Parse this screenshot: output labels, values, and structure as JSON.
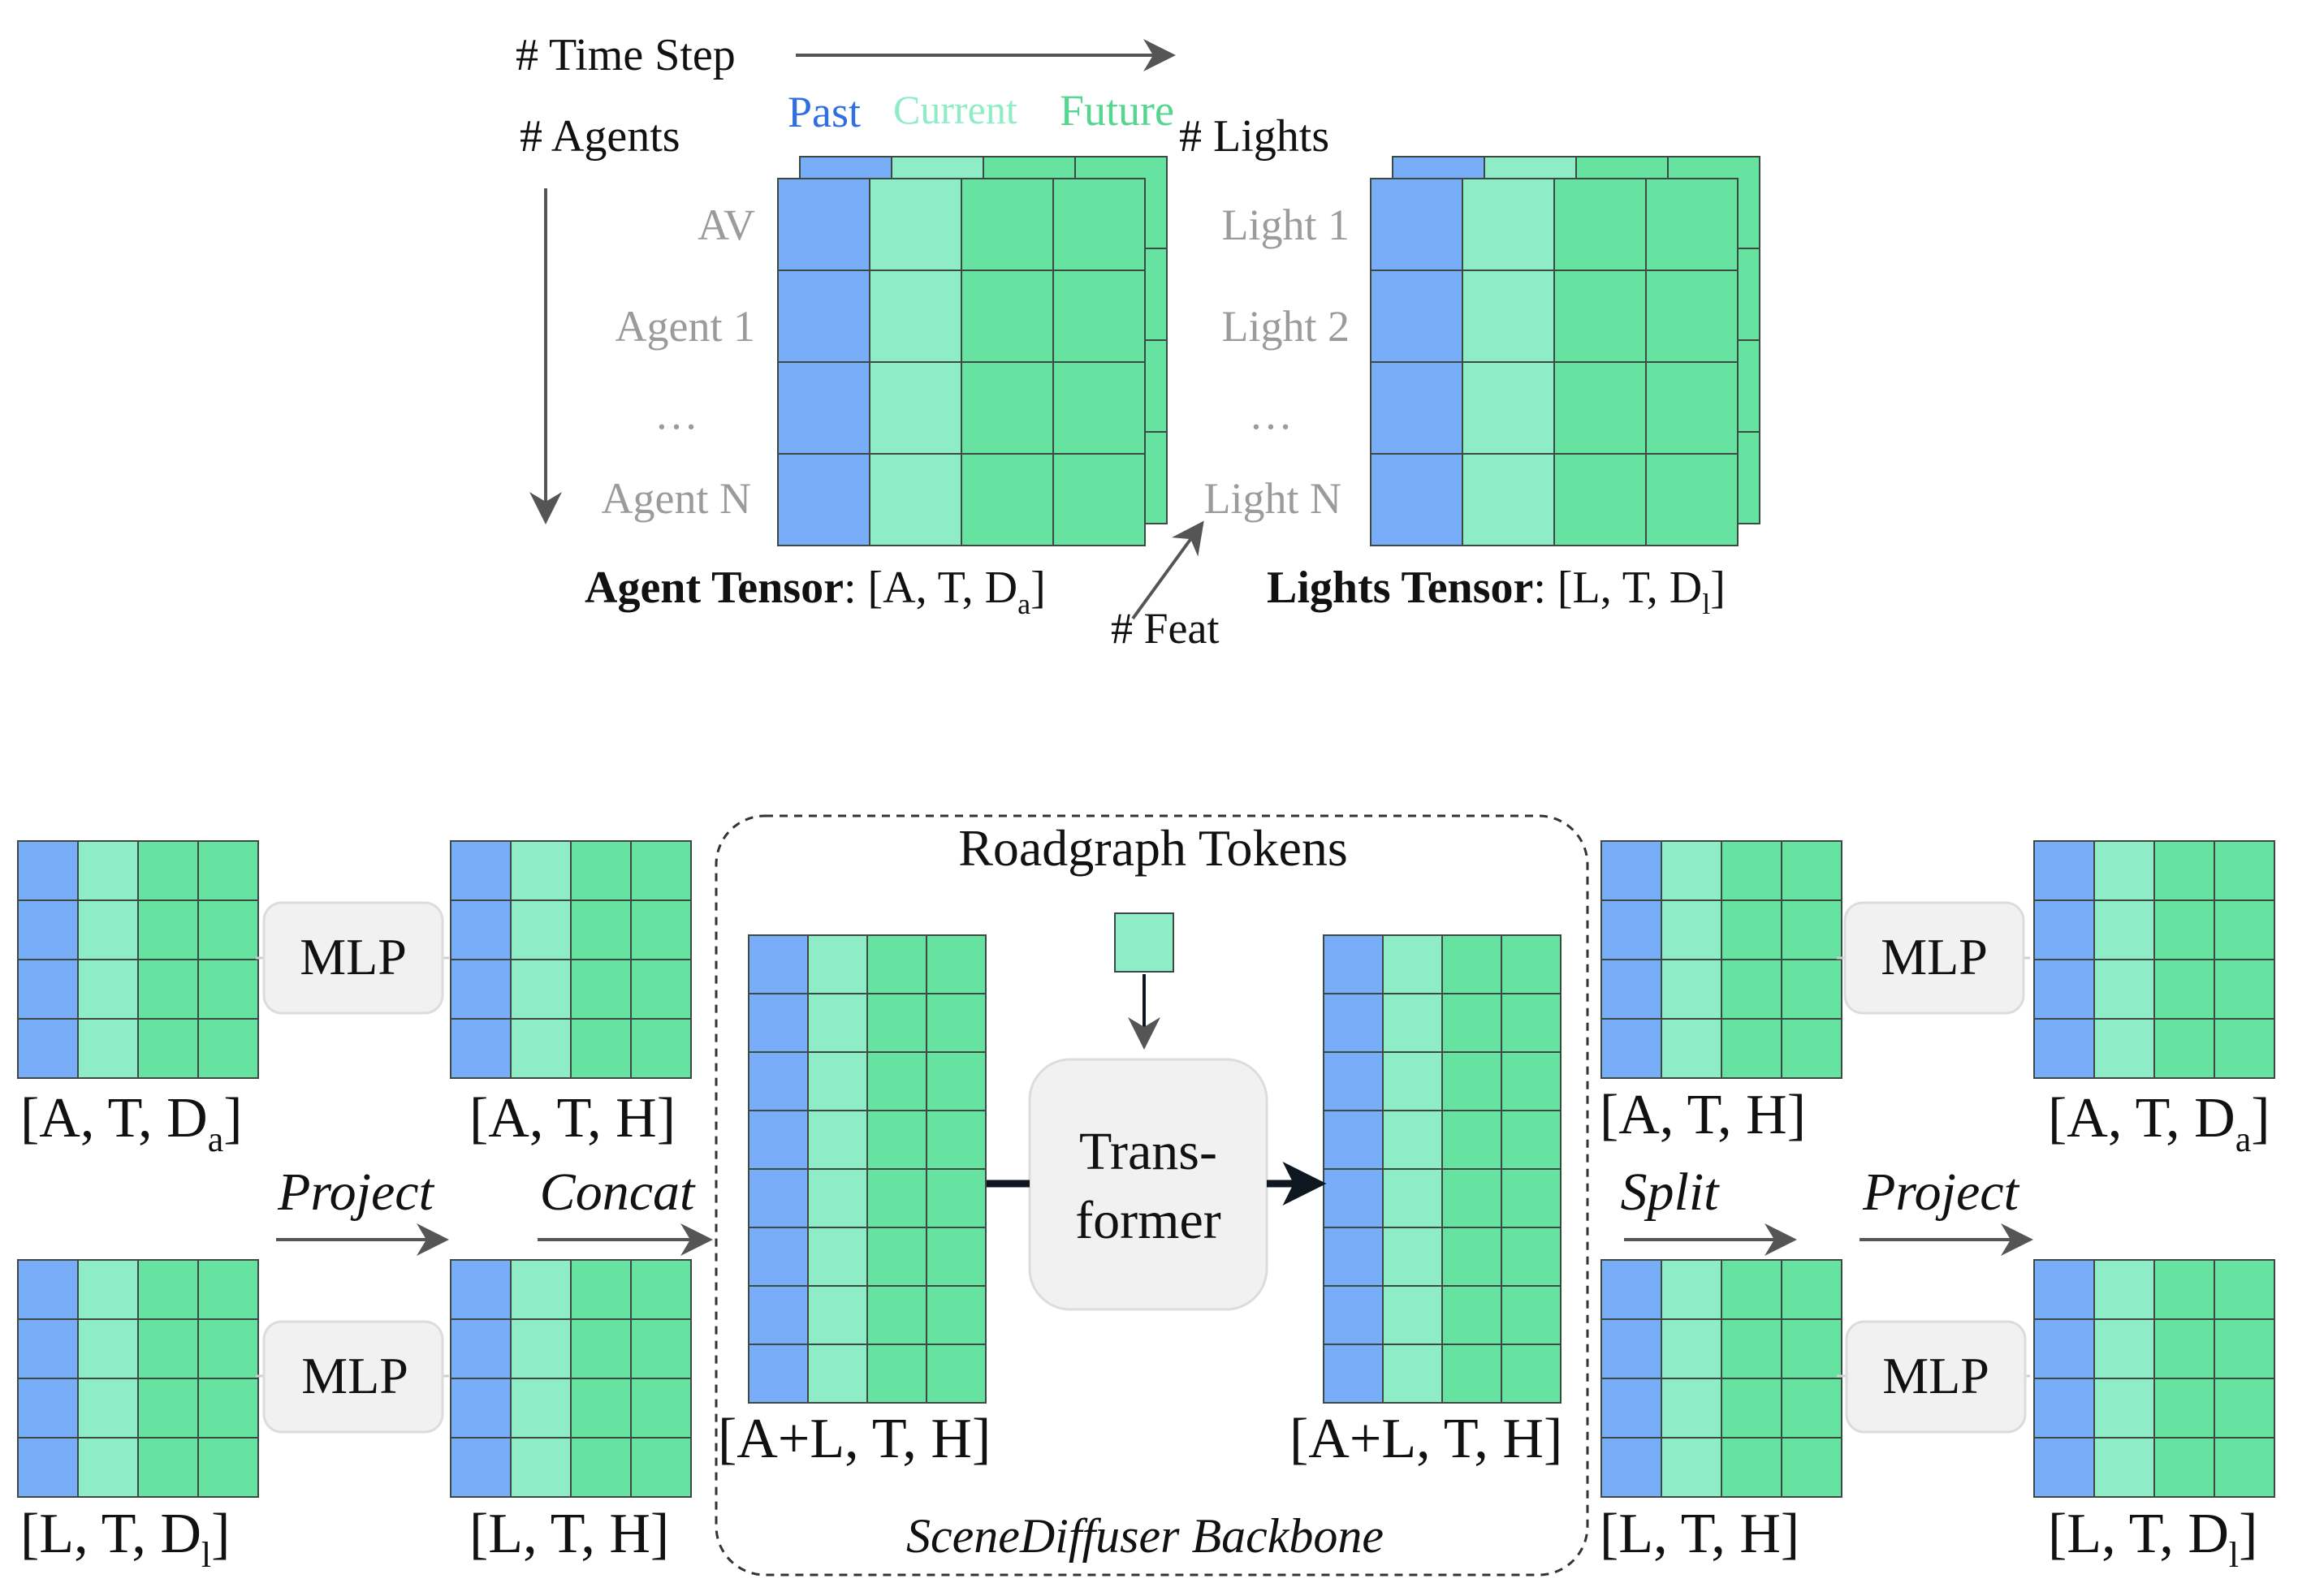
{
  "colors": {
    "past": "#78adf7",
    "current": "#8eedc7",
    "future": "#67e3a1",
    "grid_line": "#3d4a44",
    "label_gray": "#9b9b9b",
    "past_label": "#2f6fe0",
    "current_label": "#8eedc7",
    "future_label": "#55d690",
    "mlp_fill": "#f1f1f2",
    "arrow": "#555555"
  },
  "top": {
    "time_step": "# Time Step",
    "agents_axis": "# Agents",
    "legend": {
      "past": "Past",
      "current": "Current",
      "future": "Future"
    },
    "lights_axis": "# Lights",
    "feat_axis": "# Feat",
    "agent_rows": [
      "AV",
      "Agent 1",
      "…",
      "Agent N"
    ],
    "light_rows": [
      "Light 1",
      "Light 2",
      "…",
      "Light N"
    ],
    "agent_caption": {
      "bold": "Agent Tensor",
      "rest": ": [A, T, D",
      "sub": "a",
      "close": "]"
    },
    "lights_caption": {
      "bold": "Lights Tensor",
      "rest": ": [L, T, D",
      "sub": "l",
      "close": "]"
    }
  },
  "bottom": {
    "mlp": "MLP",
    "project": "Project",
    "concat": "Concat",
    "split": "Split",
    "transformer_line1": "Trans-",
    "transformer_line2": "former",
    "roadgraph": "Roadgraph Tokens",
    "backbone": "SceneDiffuser Backbone",
    "atda": {
      "main": "[A, T, D",
      "sub": "a",
      "close": "]"
    },
    "ltdl": {
      "main": "[L, T, D",
      "sub": "l",
      "close": "]"
    },
    "ath": "[A, T, H]",
    "lth": "[L, T, H]",
    "alth": "[A+L, T, H]"
  }
}
